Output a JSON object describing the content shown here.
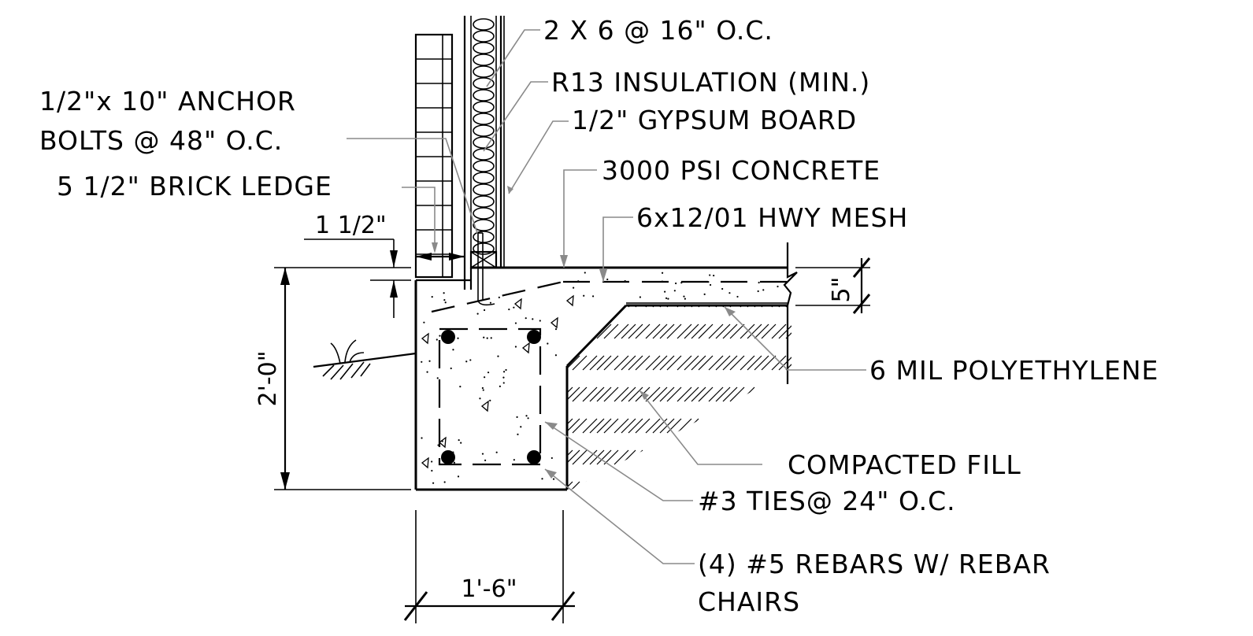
{
  "labels": {
    "studs": "2 X 6 @ 16\" O.C.",
    "insulation": "R13 INSULATION (MIN.)",
    "anchor_line1": "1/2\"x 10\" ANCHOR",
    "anchor_line2": "BOLTS @ 48\" O.C.",
    "gypsum": "1/2\" GYPSUM BOARD",
    "concrete": "3000 PSI CONCRETE",
    "brick_ledge": "5 1/2\" BRICK LEDGE",
    "mesh": "6x12/01 HWY MESH",
    "ledge_dim": "1 1/2\"",
    "slab_dim": "5\"",
    "poly": "6 MIL POLYETHYLENE",
    "footing_height": "2'-0\"",
    "fill": "COMPACTED FILL",
    "ties": "#3 TIES@ 24\" O.C.",
    "rebar_line1": "(4) #5 REBARS W/ REBAR",
    "rebar_line2": "CHAIRS",
    "footing_width": "1'-6\""
  },
  "colors": {
    "linework": "#000000",
    "leaders": "#8a8a8a",
    "background": "#ffffff"
  }
}
